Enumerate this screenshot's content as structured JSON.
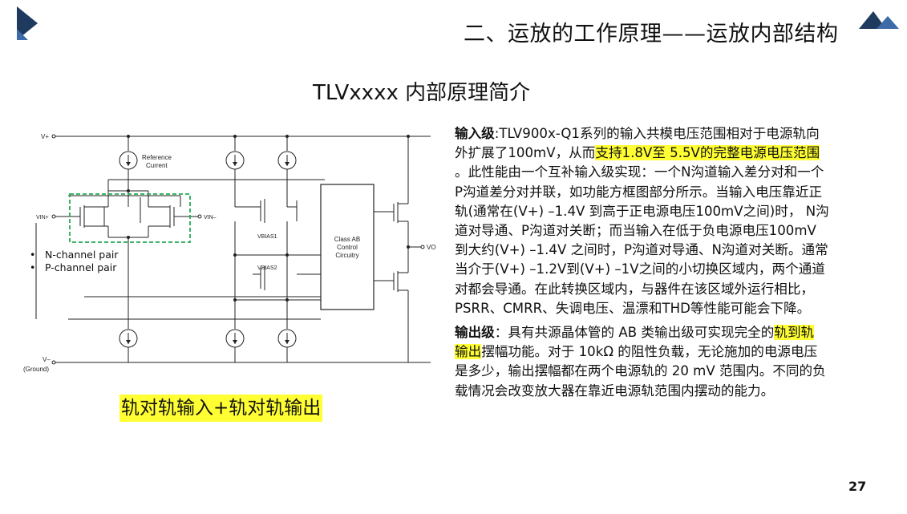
{
  "header": {
    "title": "二、运放的工作原理——运放内部结构"
  },
  "subtitle": "TLVxxxx 内部原理简介",
  "circuit": {
    "vplus": "V+",
    "vminus": "V–",
    "ground": "(Ground)",
    "ref_line1": "Reference",
    "ref_line2": "Current",
    "vin_plus": "VIN+",
    "vin_minus": "VIN–",
    "vbias1": "VBIAS1",
    "vbias2": "VBIAS2",
    "classab_l1": "Class AB",
    "classab_l2": "Control",
    "classab_l3": "Circuitry",
    "vo": "VO"
  },
  "bullets": [
    "N-channel pair",
    "P-channel pair"
  ],
  "caption": "轨对轨输入+轨对轨输出",
  "input_stage": {
    "label": "输入级",
    "l1": ":TLV900x-Q1系列的输入共模电压范围相对于电源轨向",
    "l2a": "外扩展了100mV，从而",
    "l2b": "支持1.8V至 5.5V的完整电源电压范围",
    "l3": "。此性能由一个互补输入级实现：一个N沟道输入差分对和一个",
    "l4": "P沟道差分对并联，如功能方框图部分所示。当输入电压靠近正",
    "l5": "轨(通常在(V+) –1.4V 到高于正电源电压100mV之间)时， N沟",
    "l6": "道对导通、P沟道对关断；而当输入在低于负电源电压100mV",
    "l7": "到大约(V+) –1.4V 之间时，P沟道对导通、N沟道对关断。通常",
    "l8": "当介于(V+) –1.2V到(V+) –1V之间的小切换区域内，两个通道",
    "l9": "对都会导通。在此转换区域内，与器件在该区域外运行相比，",
    "l10": "PSRR、CMRR、失调电压、温漂和THD等性能可能会下降。"
  },
  "output_stage": {
    "label": "输出级",
    "l1a": "：具有共源晶体管的 AB 类输出级可实现完全的",
    "l1b": "轨到轨",
    "l2a": "输出",
    "l2b": "摆幅功能。对于 10kΩ 的阻性负载，无论施加的电源电压",
    "l3": "是多少，输出摆幅都在两个电源轨的 20 mV 范围内。不同的负",
    "l4": "载情况会改变放大器在靠近电源轨范围内摆动的能力。"
  },
  "page_number": "27",
  "colors": {
    "highlight": "#ffff33",
    "logo_blue": "#1f3a5f",
    "dashed_box": "#22aa55"
  }
}
